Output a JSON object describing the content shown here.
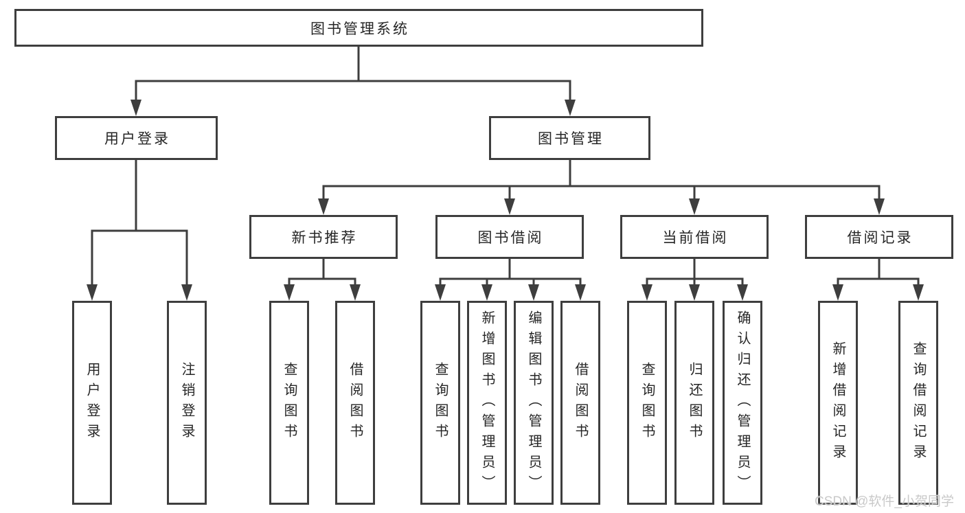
{
  "tree": {
    "root": {
      "label": "图书管理系统",
      "children": [
        {
          "label": "用户登录",
          "children": [
            {
              "label": "用户登录"
            },
            {
              "label": "注销登录"
            }
          ]
        },
        {
          "label": "图书管理",
          "children": [
            {
              "label": "新书推荐",
              "children": [
                {
                  "label": "查询图书"
                },
                {
                  "label": "借阅图书"
                }
              ]
            },
            {
              "label": "图书借阅",
              "children": [
                {
                  "label": "查询图书"
                },
                {
                  "label": "新增图书（管理员）"
                },
                {
                  "label": "编辑图书（管理员）"
                },
                {
                  "label": "借阅图书"
                }
              ]
            },
            {
              "label": "当前借阅",
              "children": [
                {
                  "label": "查询图书"
                },
                {
                  "label": "归还图书"
                },
                {
                  "label": "确认归还（管理员）"
                }
              ]
            },
            {
              "label": "借阅记录",
              "children": [
                {
                  "label": "新增借阅记录"
                },
                {
                  "label": "查询借阅记录"
                }
              ]
            }
          ]
        }
      ]
    }
  },
  "watermark": {
    "text": "CSDN @软件_小贺同学"
  },
  "colors": {
    "line": "#3e3e3e",
    "text": "#262626",
    "watermark": "#c9c9c9",
    "background": "#ffffff"
  }
}
